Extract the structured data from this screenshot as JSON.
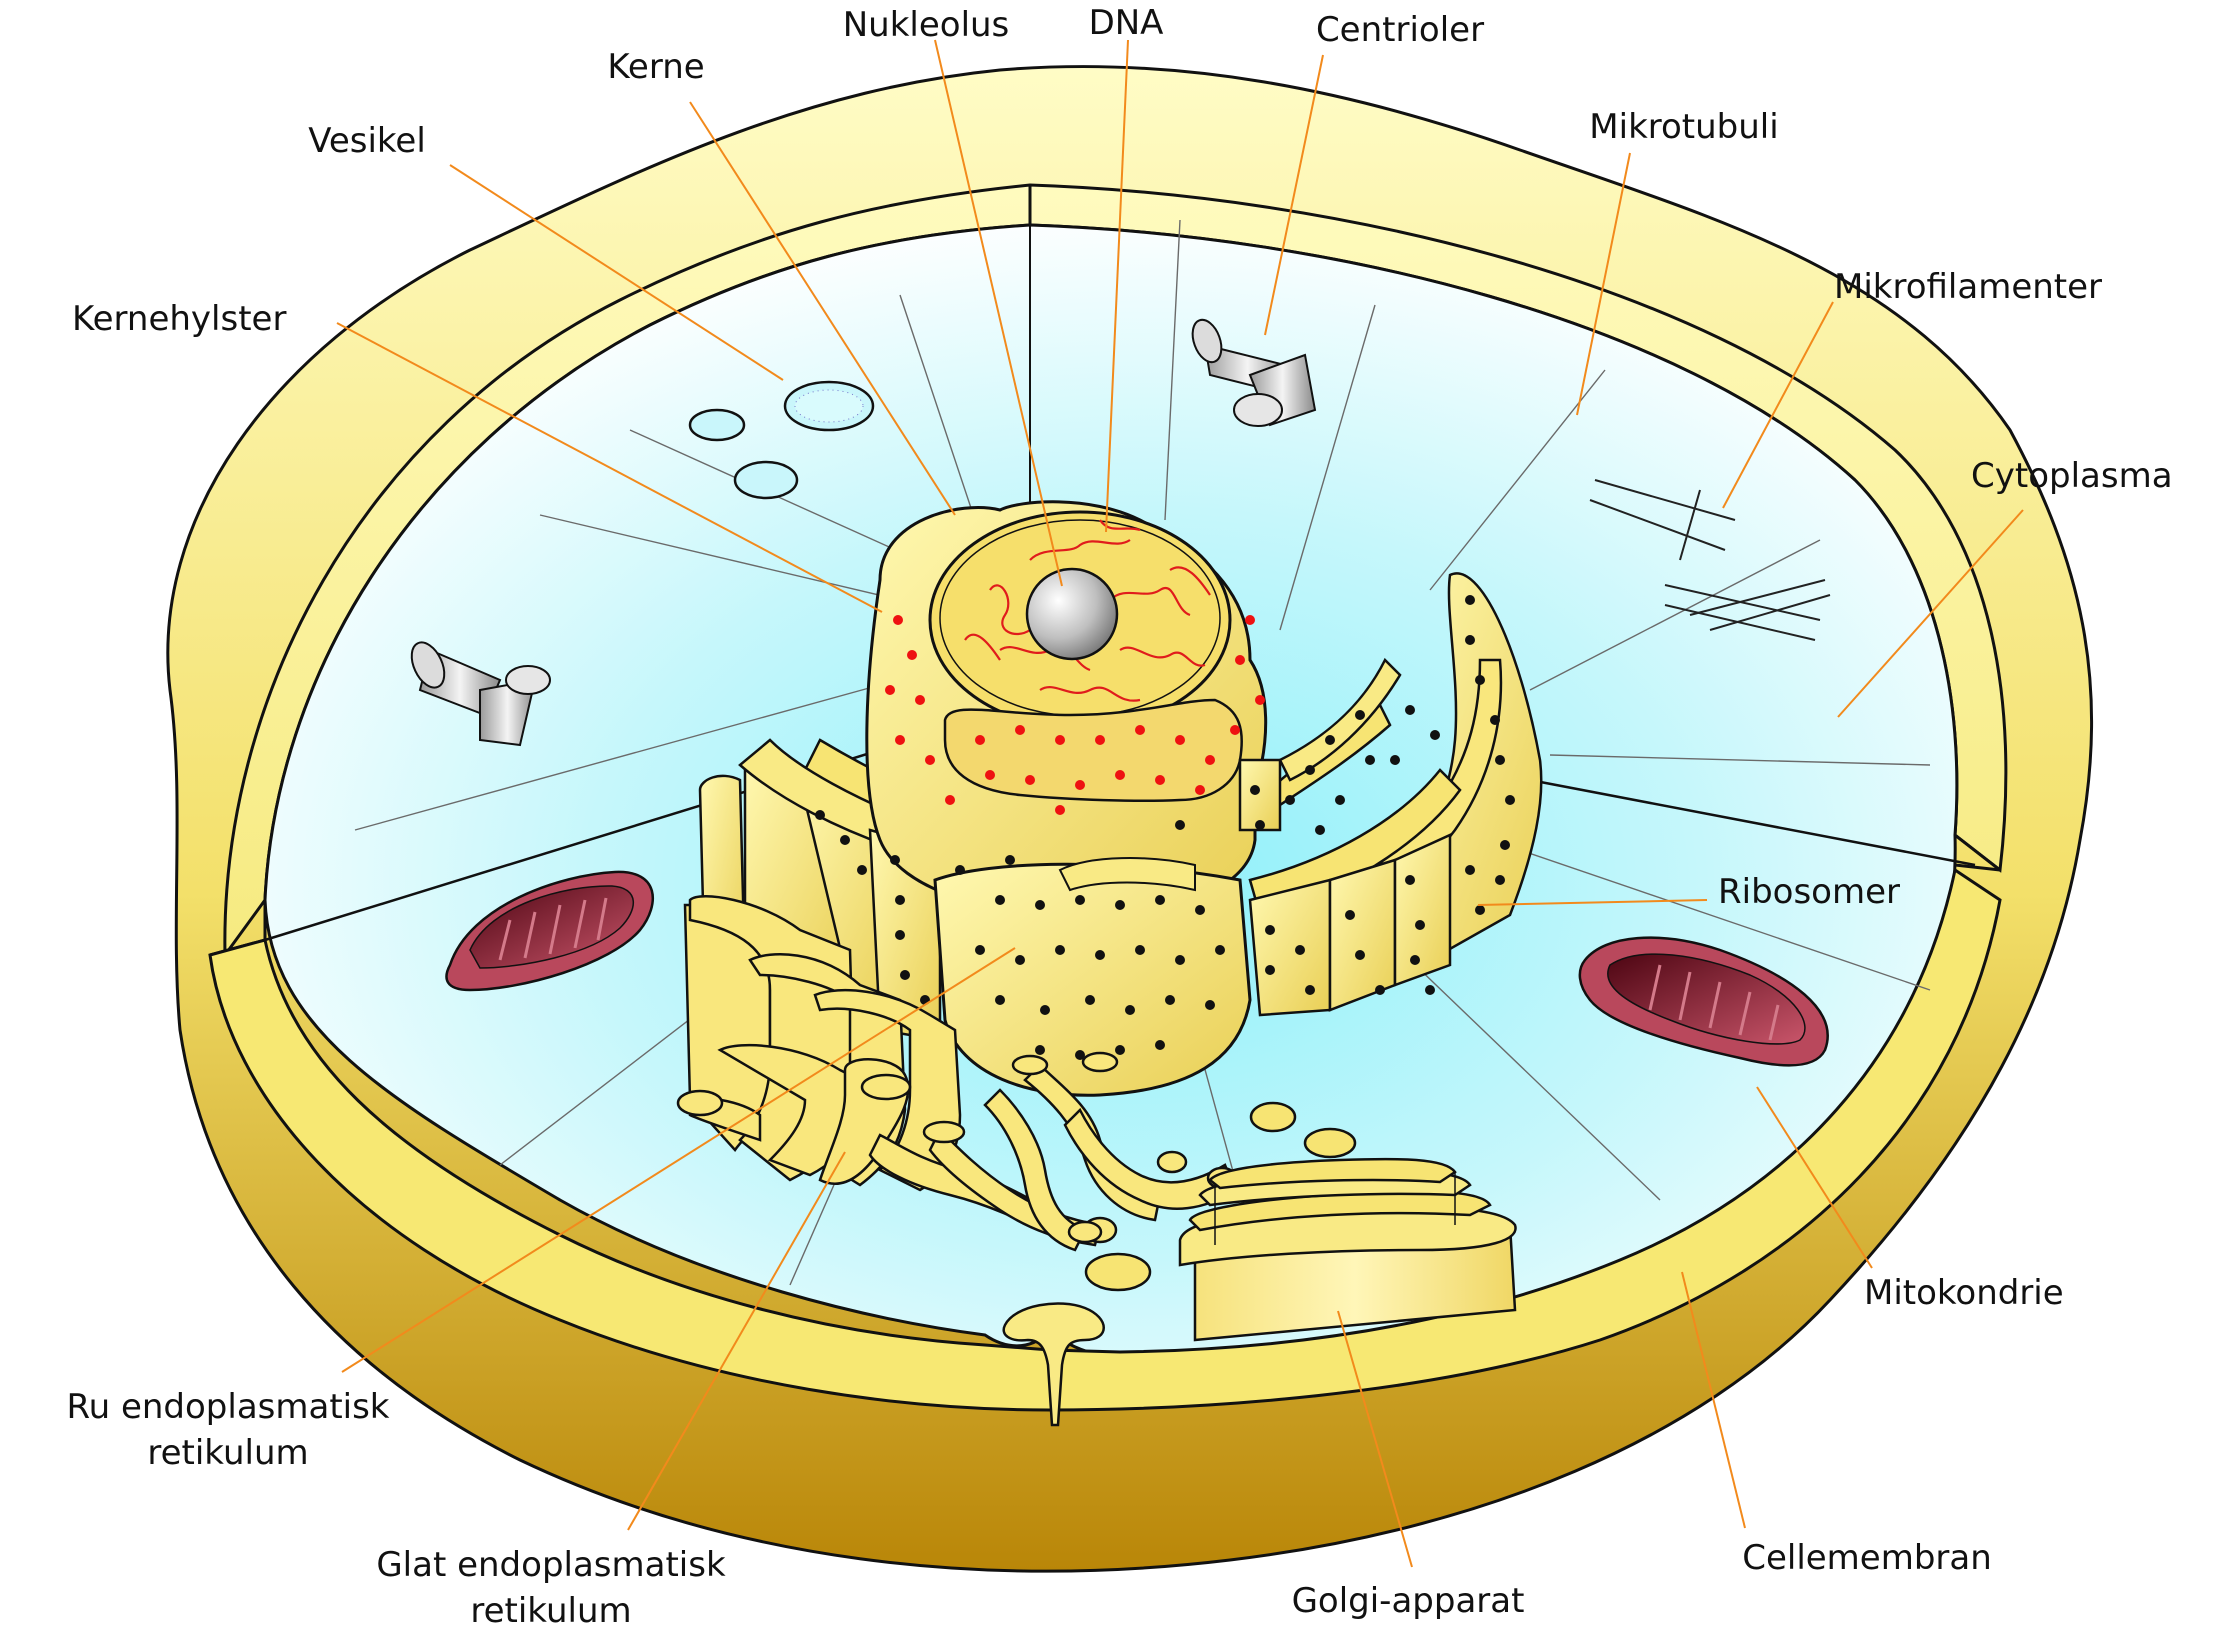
{
  "colors": {
    "leader": "#f28a1c",
    "membrane_light": "#fffab8",
    "membrane_dark": "#b88a10",
    "cytoplasm": "#a8f2f8",
    "organelle": "#f7e57a",
    "mito_dark": "#6b0d1e",
    "mito_light": "#b8475a",
    "ribosome": "#111111",
    "nucleus_dots": "#ee1111",
    "dna": "#ee2222"
  },
  "labels": {
    "nukleolus": "Nukleolus",
    "dna": "DNA",
    "centrioler": "Centrioler",
    "kerne": "Kerne",
    "mikrotubuli": "Mikrotubuli",
    "vesikel": "Vesikel",
    "mikrofilamenter": "Mikrofilamenter",
    "kernehylster": "Kernehylster",
    "cytoplasma": "Cytoplasma",
    "ribosomer": "Ribosomer",
    "mitokondrie": "Mitokondrie",
    "ru_er_line1": "Ru endoplasmatisk",
    "ru_er_line2": "retikulum",
    "glat_er_line1": "Glat endoplasmatisk",
    "glat_er_line2": "retikulum",
    "golgi": "Golgi-apparat",
    "cellemembran": "Cellemembran"
  }
}
